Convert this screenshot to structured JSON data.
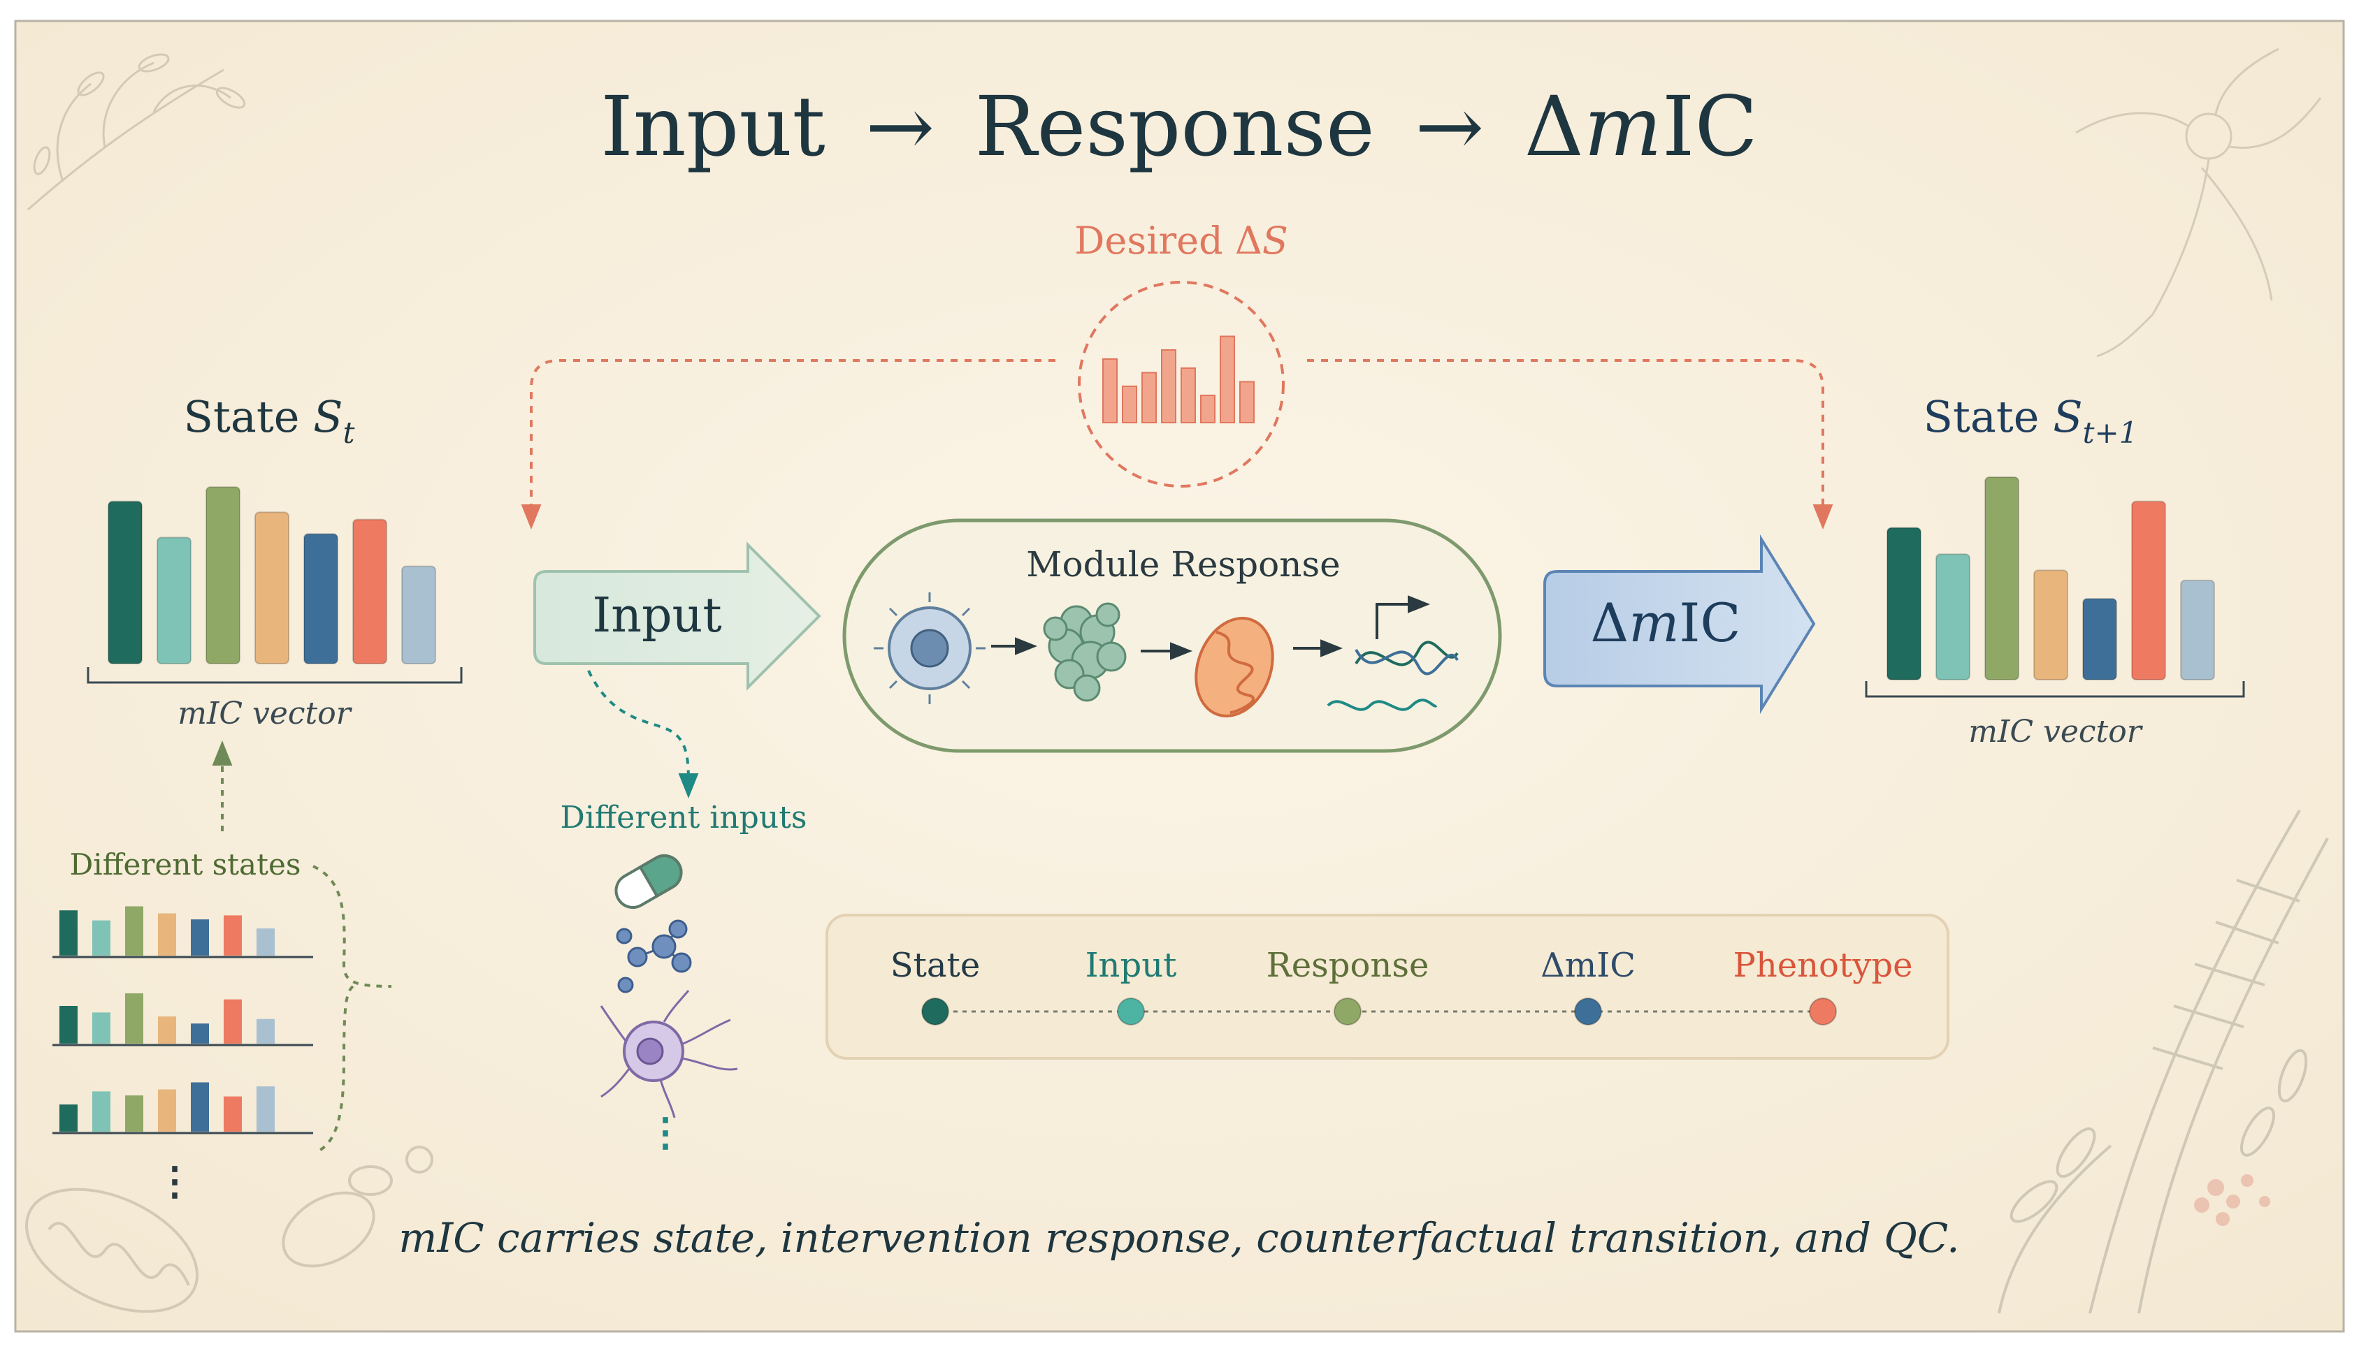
{
  "title": {
    "part1": "Input",
    "arrow": "→",
    "part2": "Response",
    "part3_delta": "Δ",
    "part3_m": "m",
    "part3_ic": "IC"
  },
  "desired": {
    "prefix": "Desired Δ",
    "symbol": "S"
  },
  "state_left": {
    "prefix": "State ",
    "symbol": "S",
    "subscript": "t",
    "axis_label": "mIC vector",
    "bar_levels": [
      0.9,
      0.7,
      0.98,
      0.84,
      0.72,
      0.8,
      0.54
    ]
  },
  "state_right": {
    "prefix": "State ",
    "symbol": "S",
    "subscript": "t+1",
    "axis_label": "mIC vector",
    "bar_levels": [
      0.75,
      0.62,
      1.0,
      0.54,
      0.4,
      0.88,
      0.49
    ]
  },
  "desired_bar_levels": [
    0.7,
    0.4,
    0.55,
    0.8,
    0.6,
    0.3,
    0.95,
    0.45
  ],
  "bar_colors": [
    "#1f6b5e",
    "#7ec3b5",
    "#8fa866",
    "#e8b57d",
    "#3e6f98",
    "#ee7a61",
    "#a9c0d1"
  ],
  "input_arrow": {
    "label": "Input"
  },
  "module": {
    "label": "Module Response"
  },
  "delta_arrow": {
    "delta": "Δ",
    "m": "m",
    "ic": "IC"
  },
  "different_inputs": {
    "label": "Different inputs",
    "ellipsis": "⋮"
  },
  "different_states": {
    "label": "Different states",
    "ellipsis": "⋮"
  },
  "legend": {
    "items": [
      {
        "label": "State",
        "color": "#1f6b5e",
        "text_color": "#243a47"
      },
      {
        "label": "Input",
        "color": "#4db3a2",
        "text_color": "#1f7a72"
      },
      {
        "label": "Response",
        "color": "#8fa866",
        "text_color": "#5d6f3a"
      },
      {
        "label": "ΔmIC",
        "color": "#3e6f98",
        "text_color": "#2e4b6a"
      },
      {
        "label": "Phenotype",
        "color": "#ee7a61",
        "text_color": "#d9553b"
      }
    ]
  },
  "footer": {
    "caption": "mIC carries state, intervention response, counterfactual transition, and QC."
  },
  "colors": {
    "background": "#f8efdf",
    "title": "#1e3640",
    "coral": "#e0775e",
    "teal": "#1f8a85",
    "green_text": "#4f6b34"
  }
}
